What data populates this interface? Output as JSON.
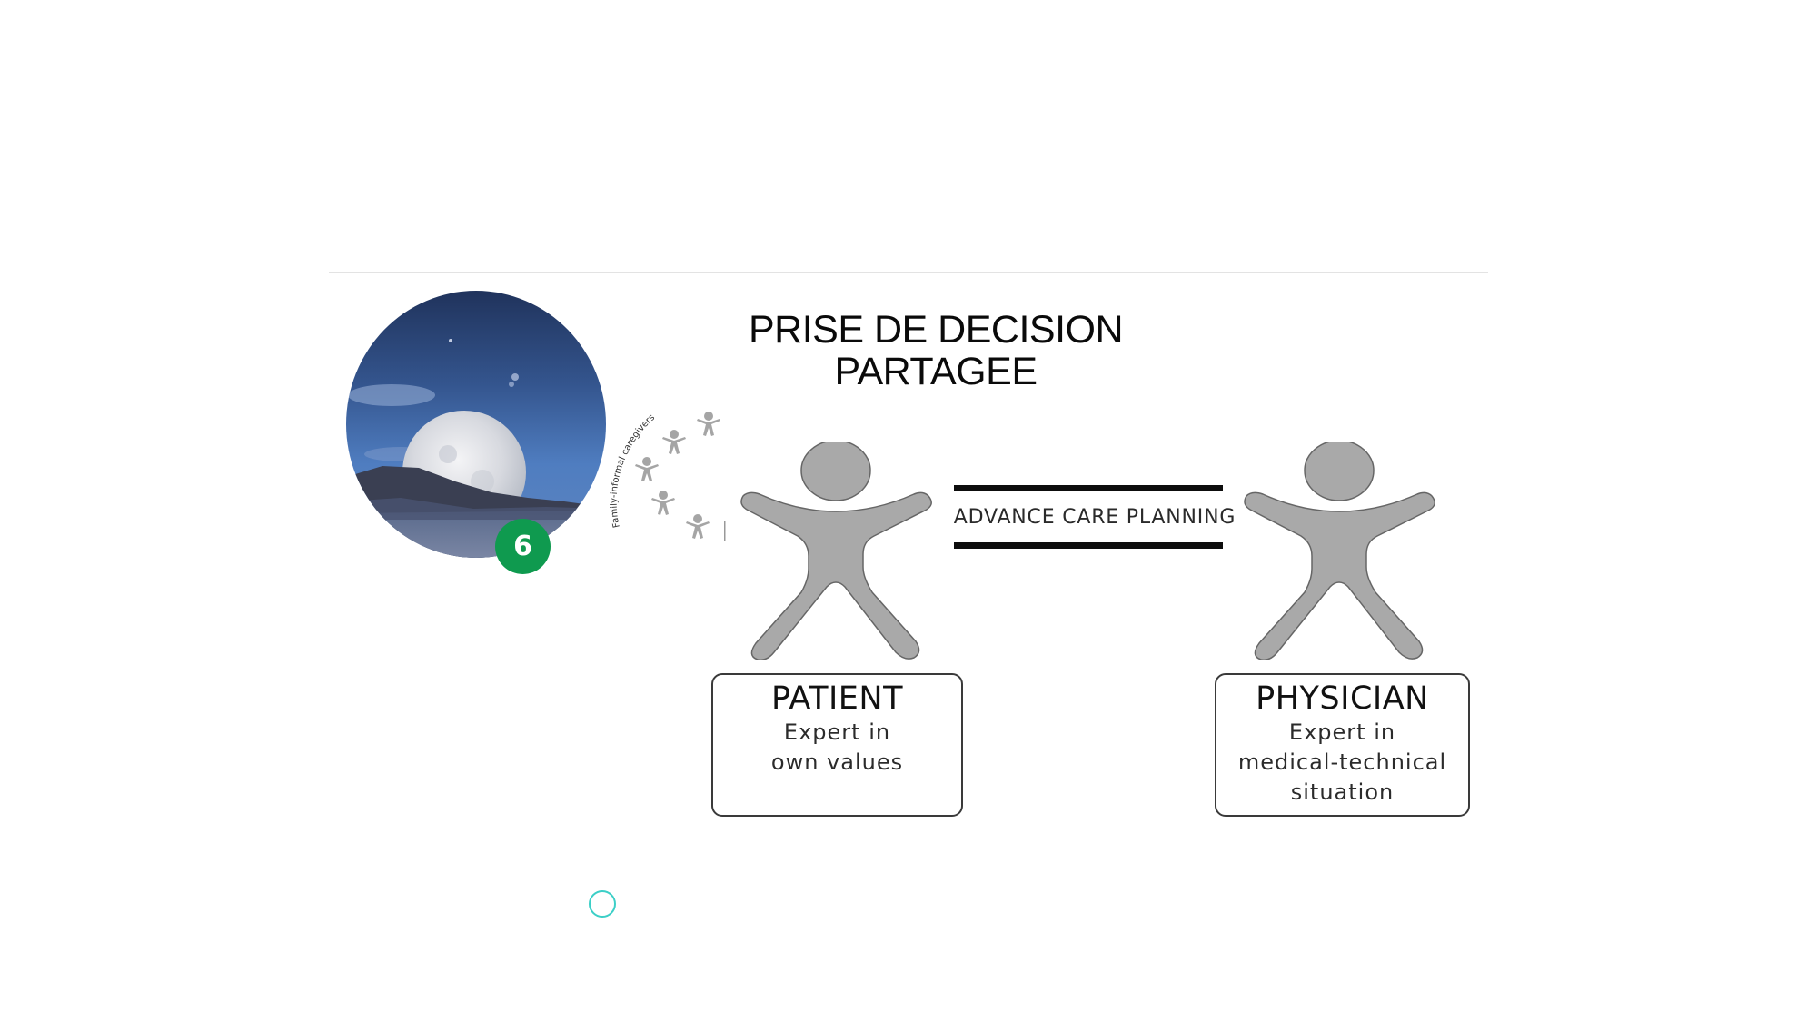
{
  "slide": {
    "title_line1": "PRISE DE DECISION",
    "title_line2": "PARTAGEE",
    "badge_number": "6",
    "photo_description": "moon-over-mountains-night-sky"
  },
  "caregivers": {
    "label": "Family-informal caregivers",
    "figure_count": 5
  },
  "link": {
    "label": "ADVANCE CARE PLANNING"
  },
  "patient": {
    "title": "PATIENT",
    "desc_line1": "Expert in",
    "desc_line2": "own values"
  },
  "physician": {
    "title": "PHYSICIAN",
    "desc_line1": "Expert in",
    "desc_line2": "medical-technical",
    "desc_line3": "situation"
  },
  "colors": {
    "badge": "#0f9a4f",
    "figure_fill": "#a9a9a9",
    "figure_stroke": "#666666",
    "cursor_ring": "#3ccfc7",
    "divider": "#e3e3e3"
  }
}
